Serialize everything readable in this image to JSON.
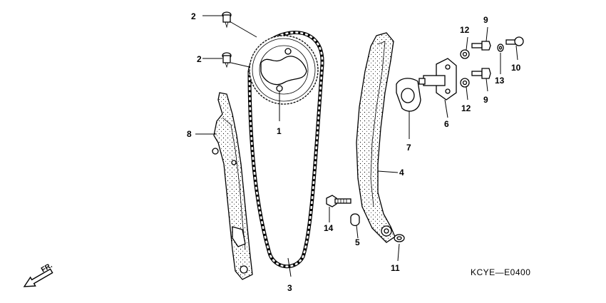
{
  "callouts": {
    "c1": "1",
    "c2a": "2",
    "c2b": "2",
    "c3": "3",
    "c4": "4",
    "c5": "5",
    "c6": "6",
    "c7": "7",
    "c8": "8",
    "c9a": "9",
    "c9b": "9",
    "c10": "10",
    "c11": "11",
    "c12a": "12",
    "c12b": "12",
    "c13": "13",
    "c14": "14"
  },
  "diagram_code": "KCYE—E0400",
  "direction_label": "FR."
}
